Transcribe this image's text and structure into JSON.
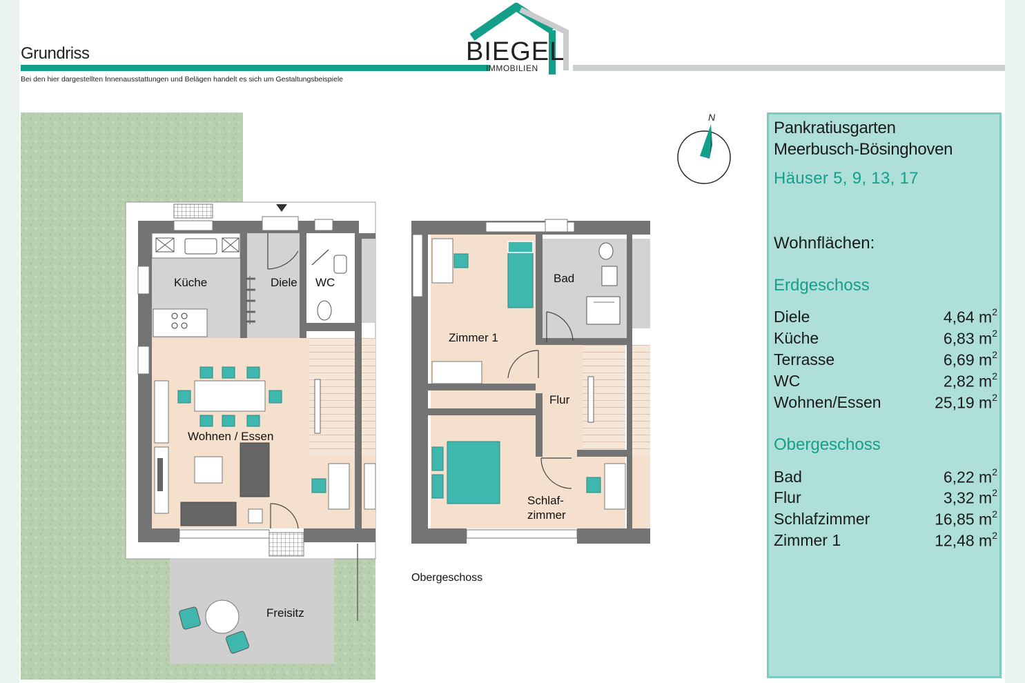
{
  "header": {
    "title": "Grundriss",
    "disclaimer": "Bei den hier dargestellten Innenausstattungen und Belägen handelt es sich um Gestaltungsbeispiele",
    "logo_main": "BIEGEL",
    "logo_sub": "IMMOBILIEN"
  },
  "colors": {
    "accent": "#149f8b",
    "panel_bg": "#aedfd8",
    "panel_border": "#7ccbbf",
    "grass": "#b7cfae"
  },
  "plan": {
    "compass_label": "N",
    "eg_rooms": {
      "kueche": "Küche",
      "diele": "Diele",
      "wc": "WC",
      "wohnen": "Wohnen / Essen",
      "freisitz": "Freisitz"
    },
    "og_rooms": {
      "bad": "Bad",
      "zimmer1": "Zimmer 1",
      "flur": "Flur",
      "schlaf1": "Schlaf-",
      "schlaf2": "zimmer"
    },
    "og_caption": "Obergeschoss"
  },
  "panel": {
    "title_line1": "Pankratiusgarten",
    "title_line2": "Meerbusch-Bösinghoven",
    "houses": "Häuser 5, 9, 13, 17",
    "wohnflaechen": "Wohnflächen:",
    "eg_heading": "Erdgeschoss",
    "eg_rows": [
      {
        "name": "Diele",
        "value": "4,64 m",
        "sup": "2"
      },
      {
        "name": "Küche",
        "value": "6,83 m",
        "sup": "2"
      },
      {
        "name": "Terrasse",
        "value": "6,69 m",
        "sup": "2"
      },
      {
        "name": "WC",
        "value": "2,82 m",
        "sup": "2"
      },
      {
        "name": "Wohnen/Essen",
        "value": "25,19 m",
        "sup": "2"
      }
    ],
    "og_heading": "Obergeschoss",
    "og_rows": [
      {
        "name": "Bad",
        "value": "6,22 m",
        "sup": "2"
      },
      {
        "name": "Flur",
        "value": "3,32 m",
        "sup": "2"
      },
      {
        "name": "Schlafzimmer",
        "value": "16,85 m",
        "sup": "2"
      },
      {
        "name": "Zimmer 1",
        "value": "12,48 m",
        "sup": "2"
      }
    ]
  }
}
